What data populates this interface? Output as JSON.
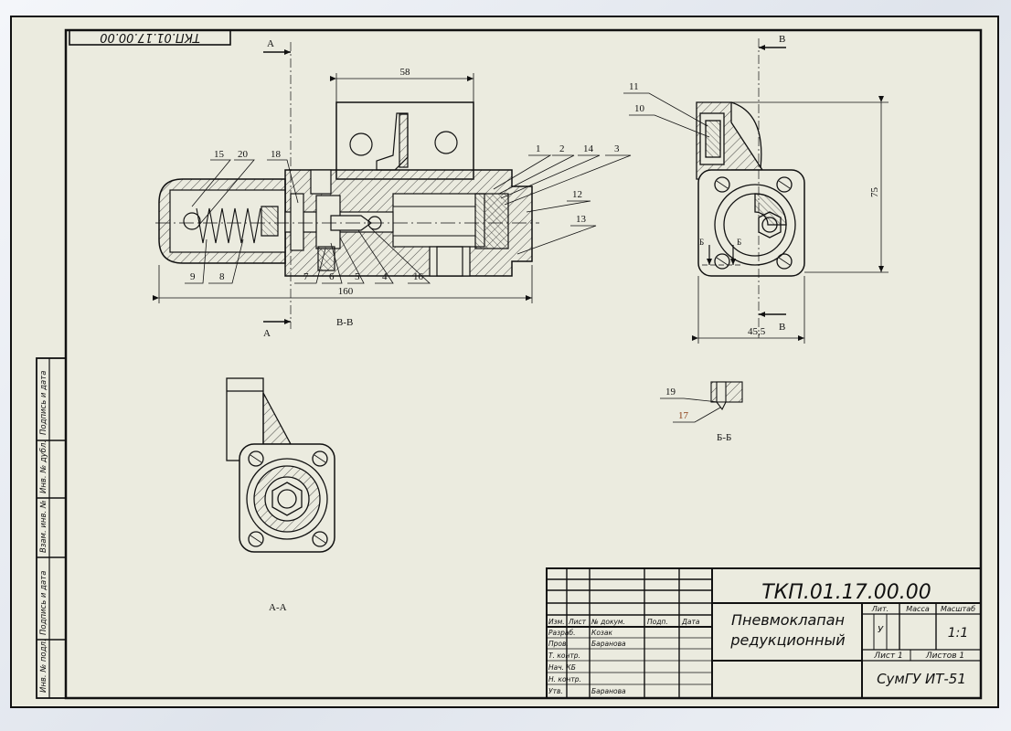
{
  "document": {
    "code": "ТКП.01.17.00.00",
    "title_line1": "Пневмоклапан",
    "title_line2": "редукционный",
    "organization": "СумГУ ИТ-51",
    "scale": "1:1",
    "letter": "У",
    "sheet": "Лист 1",
    "sheets": "Листов 1"
  },
  "stamp_headers": {
    "izm": "Изм.",
    "list": "Лист",
    "doc_no": "№ докум.",
    "sign": "Подп.",
    "date": "Дата",
    "lit": "Лит.",
    "mass": "Масса",
    "scale": "Масштаб"
  },
  "stamp_roles": [
    {
      "role": "Разраб.",
      "name": "Козак"
    },
    {
      "role": "Пров.",
      "name": "Баранова"
    },
    {
      "role": "Т. контр.",
      "name": ""
    },
    {
      "role": "Нач. КБ",
      "name": ""
    },
    {
      "role": "Н. контр.",
      "name": ""
    },
    {
      "role": "Утв.",
      "name": "Баранова"
    }
  ],
  "side_strip": [
    "Инв. № подл.",
    "Подпись и дата",
    "Взам. инв. №",
    "Инв. № дубл.",
    "Подпись и дата"
  ],
  "views": {
    "section_bb": "В-В",
    "section_aa": "А-А",
    "section_b2": "Б-Б",
    "cut_a": "А",
    "cut_v": "В",
    "cut_b": "Б"
  },
  "dimensions": {
    "d58": "58",
    "d160": "160",
    "d75": "75",
    "d45": "45,5"
  },
  "callouts": [
    "1",
    "2",
    "3",
    "4",
    "5",
    "6",
    "7",
    "8",
    "9",
    "10",
    "11",
    "12",
    "13",
    "14",
    "15",
    "16",
    "17",
    "18",
    "19",
    "20"
  ]
}
